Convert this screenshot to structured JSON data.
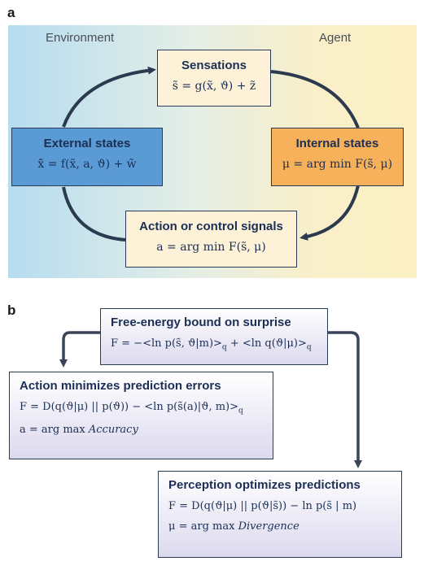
{
  "panel_a": {
    "letter": "a",
    "environment_label": "Environment",
    "agent_label": "Agent",
    "sensations": {
      "title": "Sensations",
      "eq": "s̃ = g(x̃, ϑ) + z̃"
    },
    "external_states": {
      "title": "External states",
      "eq": "x̃̇ = f(x̃, a, ϑ) + w̃"
    },
    "internal_states": {
      "title": "Internal states",
      "eq": "μ = arg min F(s̃, μ)"
    },
    "action": {
      "title": "Action or control signals",
      "eq": "a = arg min F(s̃, μ)"
    },
    "colors": {
      "sensations_fill": "#fdf2d8",
      "external_fill": "#5b9bd5",
      "internal_fill": "#f7b15a",
      "action_fill": "#fdf2d8",
      "arrow": "#2b3a4f"
    }
  },
  "panel_b": {
    "letter": "b",
    "free_energy": {
      "title": "Free-energy bound on surprise",
      "eq_main": "F = −<ln p(s̃, ϑ|m)>",
      "eq_sub1": "q",
      "eq_mid": " + <ln q(ϑ|μ)>",
      "eq_sub2": "q"
    },
    "action_box": {
      "title": "Action minimizes prediction errors",
      "eq1_main": "F = D(q(ϑ|μ) || p(ϑ)) − <ln p(s̃(a)|ϑ, m)>",
      "eq1_sub": "q",
      "eq2_lhs": "a = arg max ",
      "eq2_word": "Accuracy"
    },
    "perception_box": {
      "title": "Perception optimizes predictions",
      "eq1": "F = D(q(ϑ|μ) || p(ϑ|s̃)) − ln p(s̃ | m)",
      "eq2_lhs": "μ = arg max ",
      "eq2_word": "Divergence"
    },
    "colors": {
      "box_top": "#ffffff",
      "box_bottom": "#dcd9ee",
      "arrow": "#3a4658"
    }
  }
}
